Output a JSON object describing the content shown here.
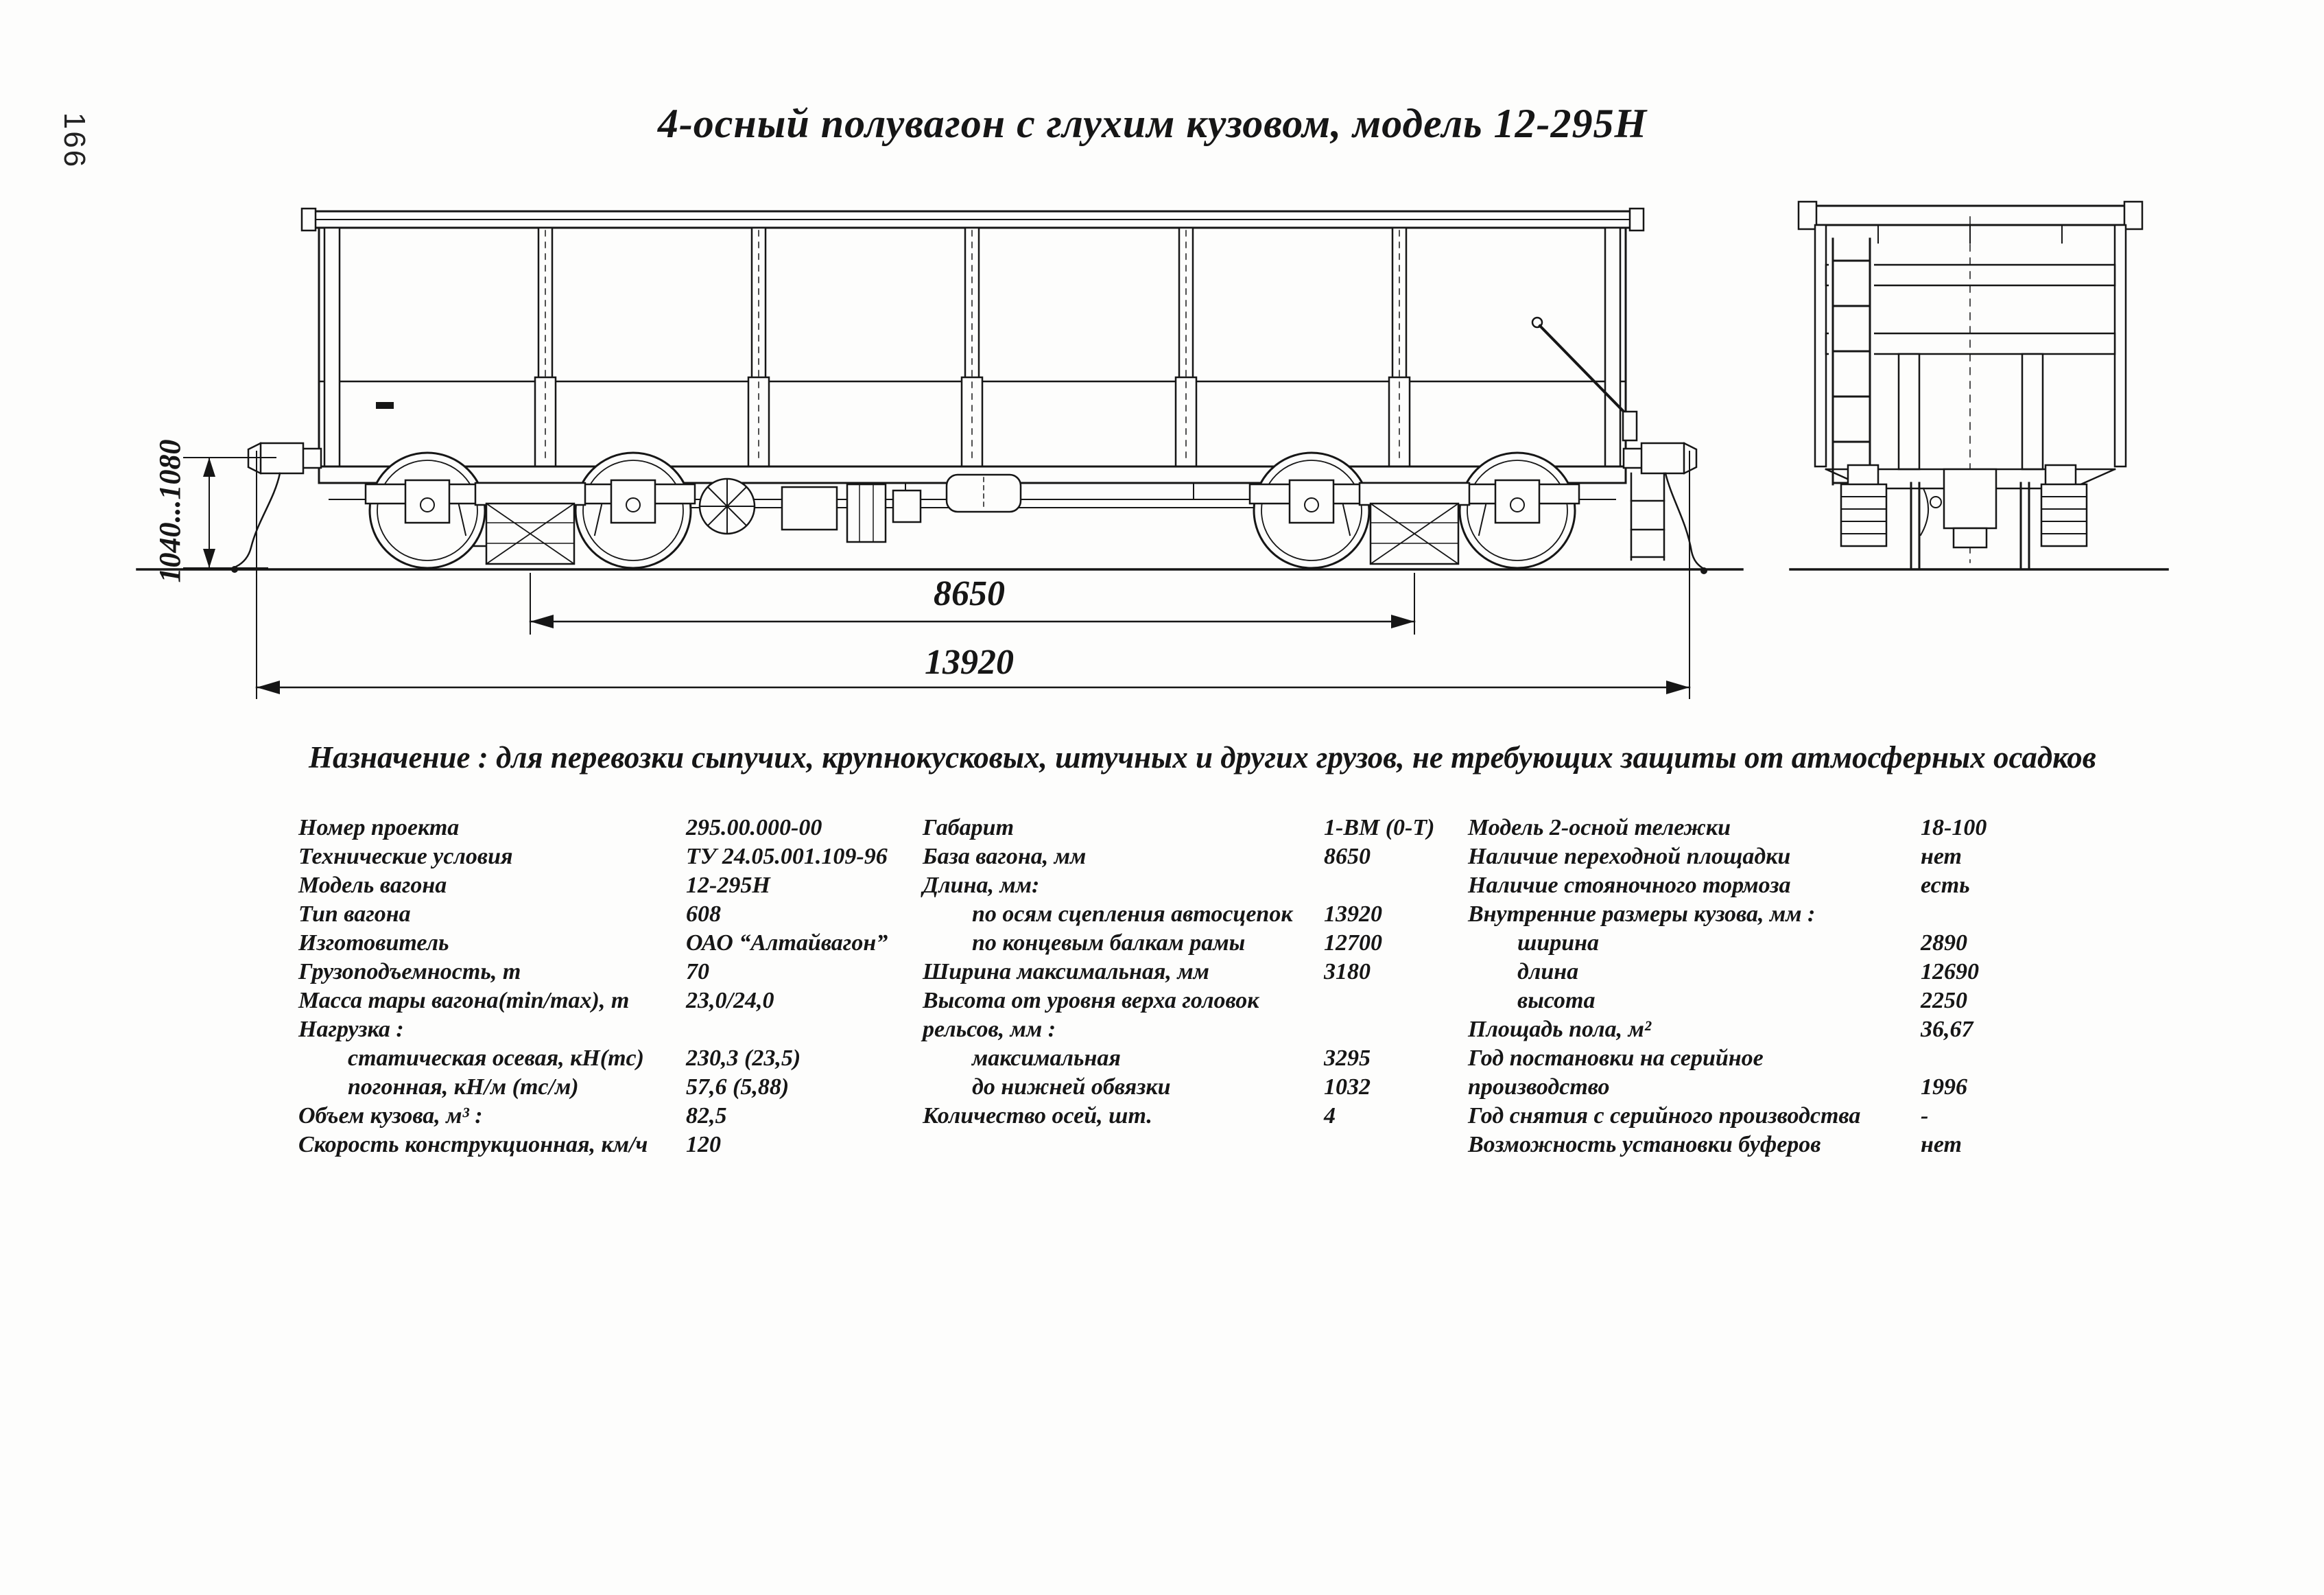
{
  "page": {
    "number": "166"
  },
  "header": {
    "title": "4-осный полувагон с глухим кузовом, модель 12-295Н"
  },
  "purpose_line": "Назначение : для перевозки сыпучих, крупнокусковых, штучных и других грузов, не требующих защиты от атмосферных осадков",
  "drawing": {
    "dim_coupler_height": "1040...1080",
    "dim_bogie_base": "8650",
    "dim_length_over_couplers": "13920"
  },
  "specs": {
    "col1": {
      "rows": [
        {
          "label": "Номер проекта",
          "value": "295.00.000-00",
          "indent": 0
        },
        {
          "label": "Технические условия",
          "value": "ТУ 24.05.001.109-96",
          "indent": 0
        },
        {
          "label": "Модель вагона",
          "value": "12-295Н",
          "indent": 0
        },
        {
          "label": "Тип вагона",
          "value": "608",
          "indent": 0
        },
        {
          "label": "Изготовитель",
          "value": "ОАО “Алтайвагон”",
          "indent": 0
        },
        {
          "label": "Грузоподъемность, т",
          "value": "70",
          "indent": 0
        },
        {
          "label": "Масса тары вагона(min/max), т",
          "value": "23,0/24,0",
          "indent": 0
        },
        {
          "label": "Нагрузка :",
          "value": "",
          "indent": 0
        },
        {
          "label": "статическая осевая, кН(тс)",
          "value": "230,3 (23,5)",
          "indent": 1
        },
        {
          "label": "погонная, кН/м (тс/м)",
          "value": "57,6 (5,88)",
          "indent": 1
        },
        {
          "label": "Объем кузова, м³ :",
          "value": "82,5",
          "indent": 0
        },
        {
          "label": "Скорость конструкционная, км/ч",
          "value": "120",
          "indent": 0
        }
      ]
    },
    "col2": {
      "rows": [
        {
          "label": "Габарит",
          "value": "1-ВМ (0-Т)",
          "indent": 0
        },
        {
          "label": "База вагона, мм",
          "value": "8650",
          "indent": 0
        },
        {
          "label": "Длина, мм:",
          "value": "",
          "indent": 0
        },
        {
          "label": "по осям сцепления автосцепок",
          "value": "13920",
          "indent": 1
        },
        {
          "label": "по концевым балкам рамы",
          "value": "12700",
          "indent": 1
        },
        {
          "label": "Ширина максимальная, мм",
          "value": "3180",
          "indent": 0
        },
        {
          "label": "Высота от уровня верха головок",
          "value": "",
          "indent": 0
        },
        {
          "label": "рельсов, мм :",
          "value": "",
          "indent": 0
        },
        {
          "label": "максимальная",
          "value": "3295",
          "indent": 1
        },
        {
          "label": "до нижней обвязки",
          "value": "1032",
          "indent": 1
        },
        {
          "label": "Количество осей, шт.",
          "value": "4",
          "indent": 0
        }
      ]
    },
    "col3": {
      "rows": [
        {
          "label": "Модель 2-осной тележки",
          "value": "18-100",
          "indent": 0
        },
        {
          "label": "Наличие переходной площадки",
          "value": "нет",
          "indent": 0
        },
        {
          "label": "Наличие стояночного тормоза",
          "value": "есть",
          "indent": 0
        },
        {
          "label": "Внутренние размеры кузова, мм :",
          "value": "",
          "indent": 0
        },
        {
          "label": "ширина",
          "value": "2890",
          "indent": 1
        },
        {
          "label": "длина",
          "value": "12690",
          "indent": 1
        },
        {
          "label": "высота",
          "value": "2250",
          "indent": 1
        },
        {
          "label": "Площадь пола, м²",
          "value": "36,67",
          "indent": 0
        },
        {
          "label": "Год постановки на серийное",
          "value": "",
          "indent": 0
        },
        {
          "label": "производство",
          "value": "1996",
          "indent": 0
        },
        {
          "label": "Год снятия с серийного производства",
          "value": "-",
          "indent": 0
        },
        {
          "label": "Возможность установки буферов",
          "value": "нет",
          "indent": 0
        }
      ]
    }
  }
}
